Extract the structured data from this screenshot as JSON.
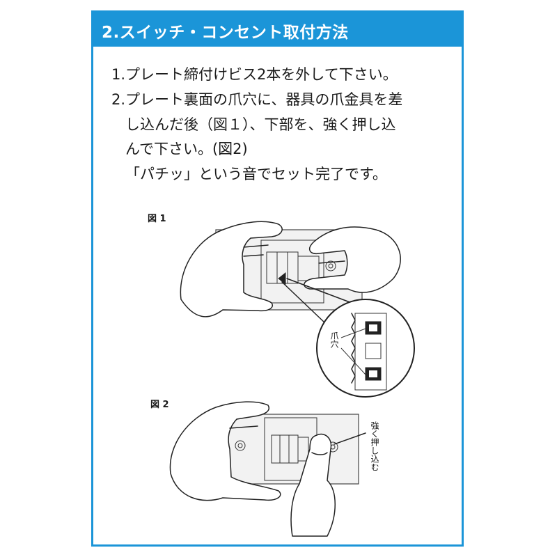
{
  "header": {
    "title": "2.スイッチ・コンセント取付方法",
    "accent_color": "#1b95d8"
  },
  "instructions": {
    "line1": "1.プレート締付けビス2本を外して下さい。",
    "line2": "2.プレート裏面の爪穴に、器具の爪金具を差",
    "line3": "し込んだ後（図１）、下部を、強く押し込",
    "line4": "んで下さい。(図2)",
    "line5": "「パチッ」という音でセット完了です。"
  },
  "figure1": {
    "label": "図 1",
    "callout_label": "爪穴"
  },
  "figure2": {
    "label": "図 2",
    "callout_label": "強く押し込む"
  }
}
